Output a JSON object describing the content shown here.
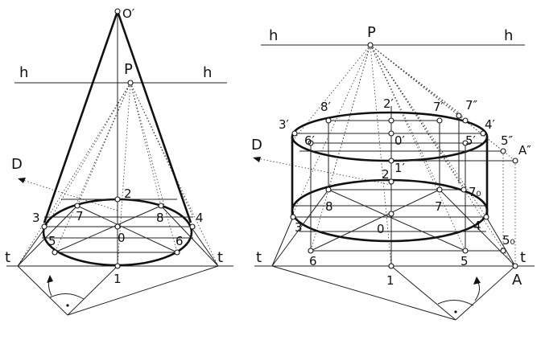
{
  "left_figure": {
    "labels": {
      "o_prime": "O′",
      "p": "P",
      "h_left": "h",
      "h_right": "h",
      "d": "D",
      "t_left": "t",
      "t_right": "t",
      "p1": "1",
      "p2": "2",
      "p3": "3",
      "p4": "4",
      "p5": "5",
      "p6": "6",
      "p7": "7",
      "p8": "8",
      "o": "0"
    }
  },
  "right_figure": {
    "labels": {
      "p": "P",
      "h_left": "h",
      "h_right": "h",
      "d": "D",
      "t_left": "t",
      "t_right": "t",
      "p1": "1",
      "p2": "2",
      "p3": "3",
      "p4": "4",
      "p5": "5",
      "p6": "6",
      "p7": "7",
      "p8": "8",
      "o": "0",
      "p1_prime": "1′",
      "p2_prime": "2′",
      "p3_prime": "3′",
      "p4_prime": "4′",
      "p5_prime": "5′",
      "p6_prime": "6′",
      "p7_prime": "7′",
      "p8_prime": "8′",
      "o_prime": "0′",
      "p7_dprime": "7″",
      "p5_dprime": "5″",
      "a_dprime": "A″",
      "p7_zero": "7₀",
      "p5_zero": "5₀",
      "a": "A"
    }
  }
}
